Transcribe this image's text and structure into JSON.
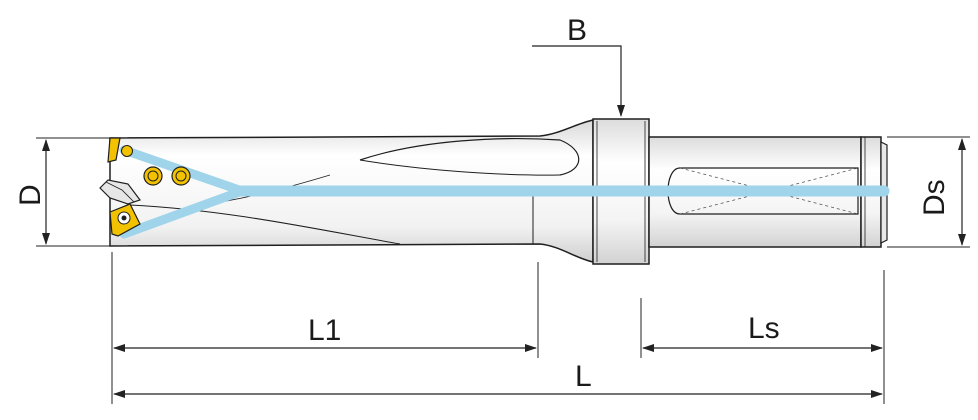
{
  "labels": {
    "B": "B",
    "D": "D",
    "Ds": "Ds",
    "L1": "L1",
    "Ls": "Ls",
    "L": "L"
  },
  "colors": {
    "body": "#f4f4f4",
    "outline": "#1f1f1f",
    "coolant": "#9fd4ea",
    "insert": "#f2c200",
    "dimension": "#222222"
  }
}
